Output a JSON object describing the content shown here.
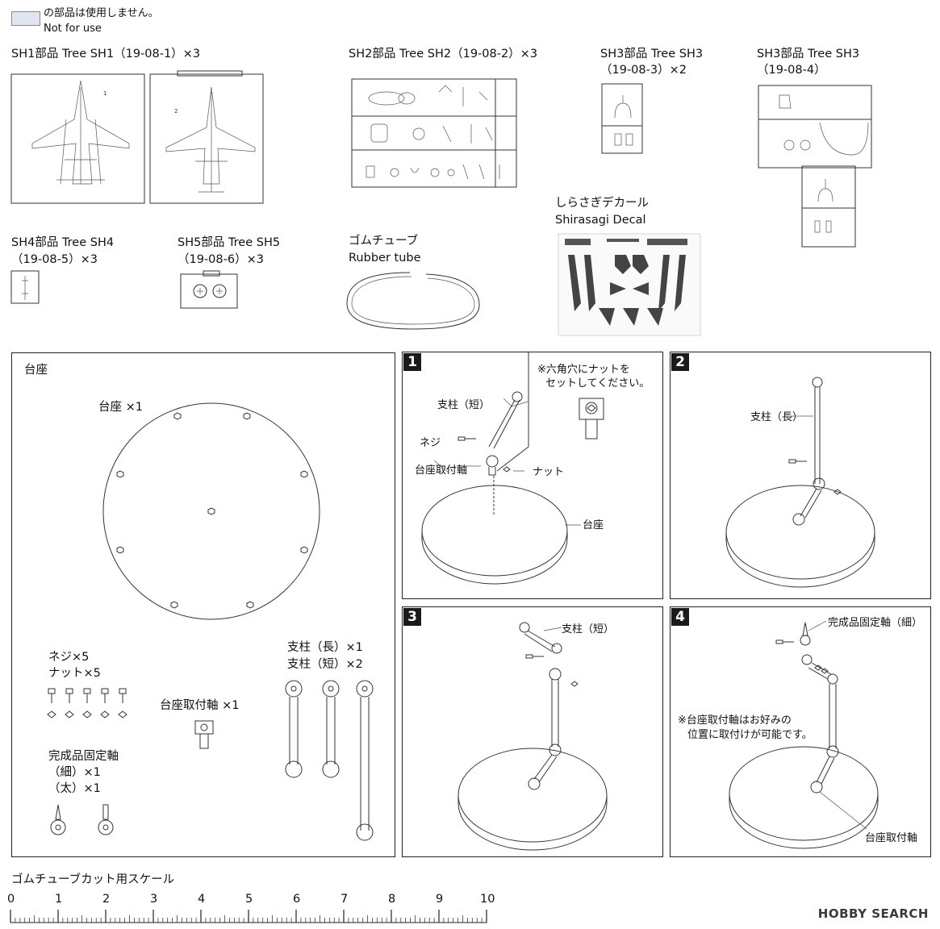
{
  "legend": {
    "line1": "の部品は使用しません。",
    "line2": "Not for use"
  },
  "trees": {
    "sh1": "SH1部品 Tree SH1（19-08-1）×3",
    "sh2": "SH2部品 Tree SH2（19-08-2）×3",
    "sh3a_l1": "SH3部品 Tree SH3",
    "sh3a_l2": "（19-08-3）×2",
    "sh3b_l1": "SH3部品 Tree SH3",
    "sh3b_l2": "（19-08-4）",
    "sh4_l1": "SH4部品 Tree SH4",
    "sh4_l2": "（19-08-5）×3",
    "sh5_l1": "SH5部品 Tree SH5",
    "sh5_l2": "（19-08-6）×3"
  },
  "tube": {
    "jp": "ゴムチューブ",
    "en": "Rubber tube"
  },
  "decal": {
    "jp": "しらさぎデカール",
    "en": "Shirasagi Decal"
  },
  "base_panel": {
    "title": "台座",
    "base": "台座 ×1",
    "screws": "ネジ×5",
    "nuts": "ナット×5",
    "mount": "台座取付軸 ×1",
    "pillar_long": "支柱（長）×1",
    "pillar_short": "支柱（短）×2",
    "fix_title": "完成品固定軸",
    "fix_thin": "（細）×1",
    "fix_thick": "（太）×1"
  },
  "steps": {
    "s1": {
      "num": "1",
      "note_l1": "※六角穴にナットを",
      "note_l2": "セットしてください。",
      "pillar": "支柱（短）",
      "screw": "ネジ",
      "nut": "ナット",
      "mount": "台座取付軸",
      "base": "台座"
    },
    "s2": {
      "num": "2",
      "pillar": "支柱（長）"
    },
    "s3": {
      "num": "3",
      "pillar": "支柱（短）"
    },
    "s4": {
      "num": "4",
      "fix": "完成品固定軸（細）",
      "note_l1": "※台座取付軸はお好みの",
      "note_l2": "位置に取付けが可能です。",
      "mount": "台座取付軸"
    }
  },
  "scale": {
    "title": "ゴムチューブカット用スケール",
    "ticks": [
      "0",
      "1",
      "2",
      "3",
      "4",
      "5",
      "6",
      "7",
      "8",
      "9",
      "10"
    ]
  },
  "watermark": "HOBBY SEARCH"
}
